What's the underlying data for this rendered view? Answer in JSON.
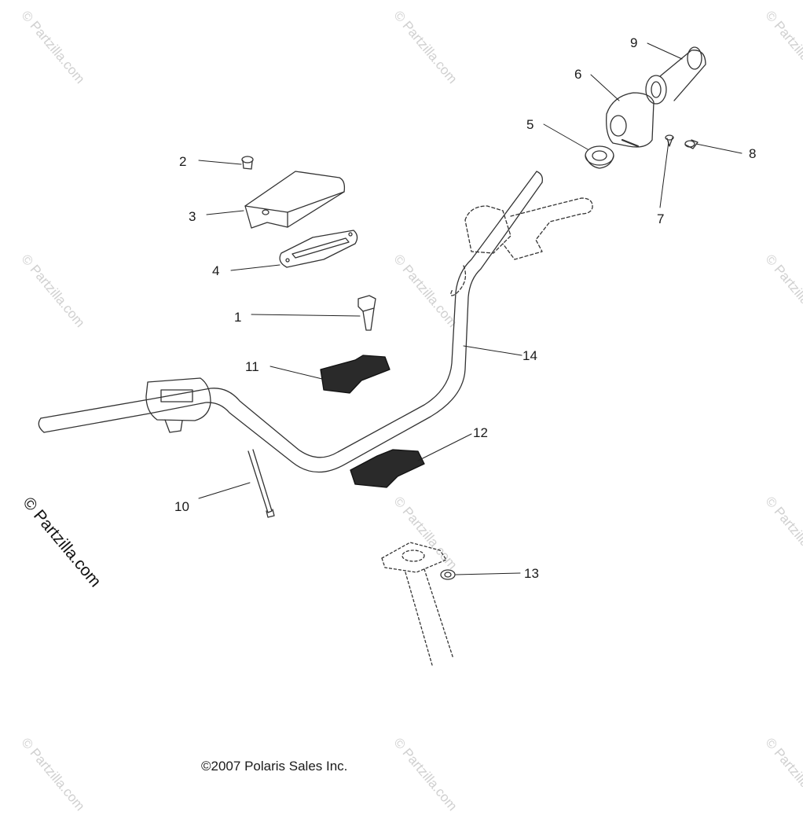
{
  "watermark": {
    "text": "© Partzilla.com",
    "faint_text": "© Partzilla.com"
  },
  "copyright": "©2007 Polaris Sales Inc.",
  "callouts": [
    {
      "label": "1"
    },
    {
      "label": "2"
    },
    {
      "label": "3"
    },
    {
      "label": "4"
    },
    {
      "label": "5"
    },
    {
      "label": "6"
    },
    {
      "label": "7"
    },
    {
      "label": "8"
    },
    {
      "label": "9"
    },
    {
      "label": "10"
    },
    {
      "label": "11"
    },
    {
      "label": "12"
    },
    {
      "label": "13"
    },
    {
      "label": "14"
    }
  ],
  "colors": {
    "line": "#333333",
    "part_fill": "#ffffff",
    "dark_part": "#2a2a2a",
    "watermark": "#d0d0d0"
  }
}
